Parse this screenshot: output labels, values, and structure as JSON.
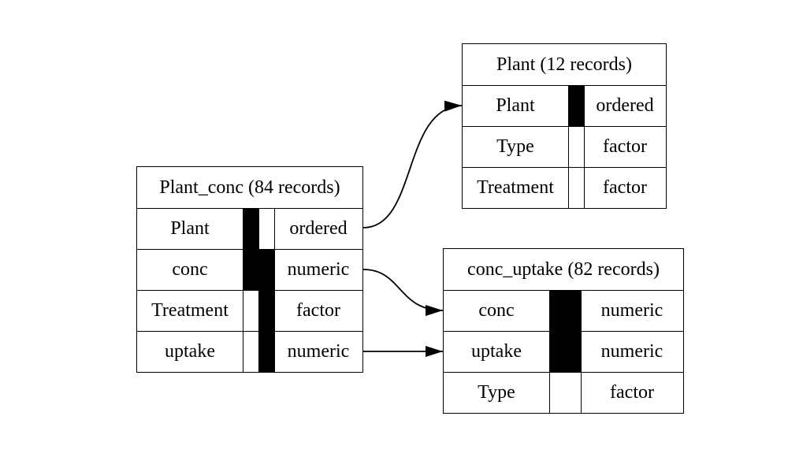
{
  "tables": [
    {
      "id": "plant_conc",
      "title": "Plant_conc (84 records)",
      "rows": [
        {
          "name": "Plant",
          "type": "ordered",
          "flags": [
            true,
            false
          ]
        },
        {
          "name": "conc",
          "type": "numeric",
          "flags": [
            true,
            true
          ]
        },
        {
          "name": "Treatment",
          "type": "factor",
          "flags": [
            false,
            true
          ]
        },
        {
          "name": "uptake",
          "type": "numeric",
          "flags": [
            false,
            true
          ]
        }
      ]
    },
    {
      "id": "plant",
      "title": "Plant (12 records)",
      "rows": [
        {
          "name": "Plant",
          "type": "ordered",
          "flags": [
            true
          ]
        },
        {
          "name": "Type",
          "type": "factor",
          "flags": [
            false
          ]
        },
        {
          "name": "Treatment",
          "type": "factor",
          "flags": [
            false
          ]
        }
      ]
    },
    {
      "id": "conc_uptake",
      "title": "conc_uptake (82 records)",
      "rows": [
        {
          "name": "conc",
          "type": "numeric",
          "flags": [
            true
          ]
        },
        {
          "name": "uptake",
          "type": "numeric",
          "flags": [
            true
          ]
        },
        {
          "name": "Type",
          "type": "factor",
          "flags": [
            false
          ]
        }
      ]
    }
  ],
  "edges": [
    {
      "from": "plant_conc",
      "from_row": "Plant",
      "to": "plant",
      "to_row": "Plant"
    },
    {
      "from": "plant_conc",
      "from_row": "conc",
      "to": "conc_uptake",
      "to_row": "conc"
    },
    {
      "from": "plant_conc",
      "from_row": "uptake",
      "to": "conc_uptake",
      "to_row": "uptake"
    }
  ]
}
